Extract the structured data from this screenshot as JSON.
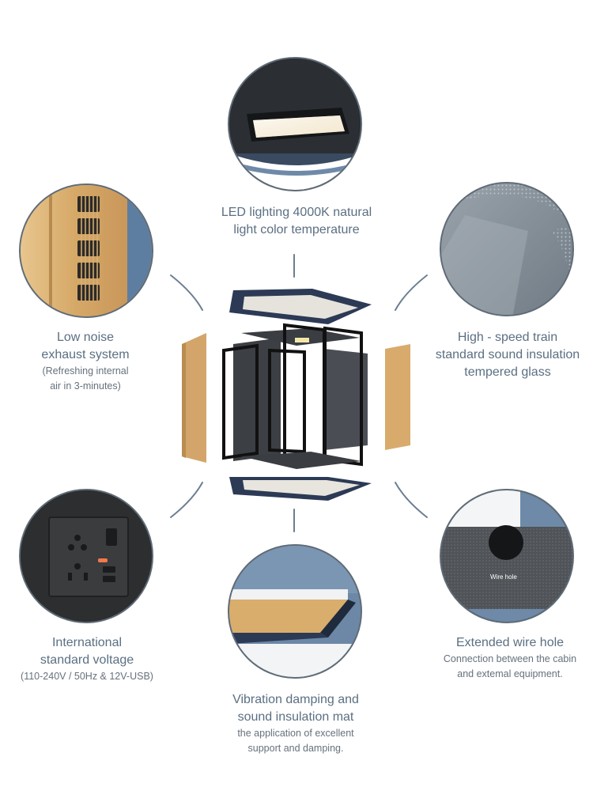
{
  "features": {
    "lighting": {
      "title_line1": "LED lighting 4000K natural",
      "title_line2": "light color temperature"
    },
    "exhaust": {
      "title_line1": "Low noise",
      "title_line2": "exhaust system",
      "sub_line1": "(Refreshing internal",
      "sub_line2": "air in 3-minutes)"
    },
    "glass": {
      "title_line1": "High - speed train",
      "title_line2": "standard sound insulation",
      "title_line3": "tempered glass"
    },
    "voltage": {
      "title_line1": "International",
      "title_line2": "standard voltage",
      "sub_line1": "(110-240V / 50Hz & 12V-USB)"
    },
    "mat": {
      "title_line1": "Vibration damping and",
      "title_line2": "sound insulation mat",
      "sub_line1": "the application of excellent",
      "sub_line2": "support and damping."
    },
    "wirehole": {
      "title_line1": "Extended wire hole",
      "sub_line1": "Connection between the cabin",
      "sub_line2": "and extemal equipment.",
      "label": "Wire hole"
    }
  },
  "colors": {
    "circle_border": "#5f6b77",
    "text": "#5b6f82",
    "navy": "#2c3a55",
    "wood": "#d8ac6a",
    "blue_panel": "#6a87a5"
  }
}
